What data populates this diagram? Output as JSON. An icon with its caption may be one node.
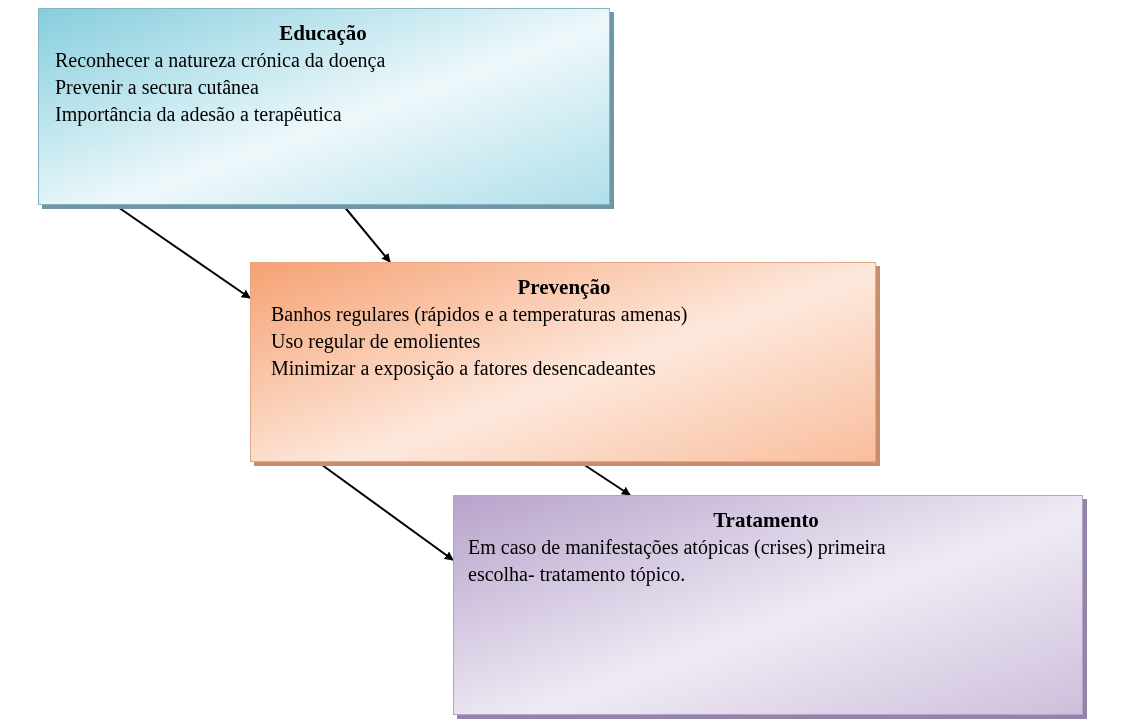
{
  "diagram": {
    "nodes": [
      {
        "text": [
          "Educação",
          "Reconhecer a natureza crónica da doença",
          "Prevenir a secura cutânea",
          "Importância da adesão a terapêutica"
        ]
      },
      {
        "text": [
          "Prevenção",
          "Banhos regulares (rápidos e a temperaturas amenas)",
          "Uso regular de emolientes",
          "Minimizar a exposição a fatores desencadeantes"
        ]
      },
      {
        "text": [
          "Tratamento",
          "Em caso de manifestações atópicas (crises) primeira escolha- tratamento tópico."
        ]
      }
    ],
    "edges": [
      {
        "from": 0,
        "to": 1,
        "arrow": "to"
      },
      {
        "from": 0,
        "to": 1,
        "arrow": "to"
      },
      {
        "from": 1,
        "to": 2,
        "arrow": "to"
      },
      {
        "from": 1,
        "to": 2,
        "arrow": "to"
      }
    ]
  }
}
